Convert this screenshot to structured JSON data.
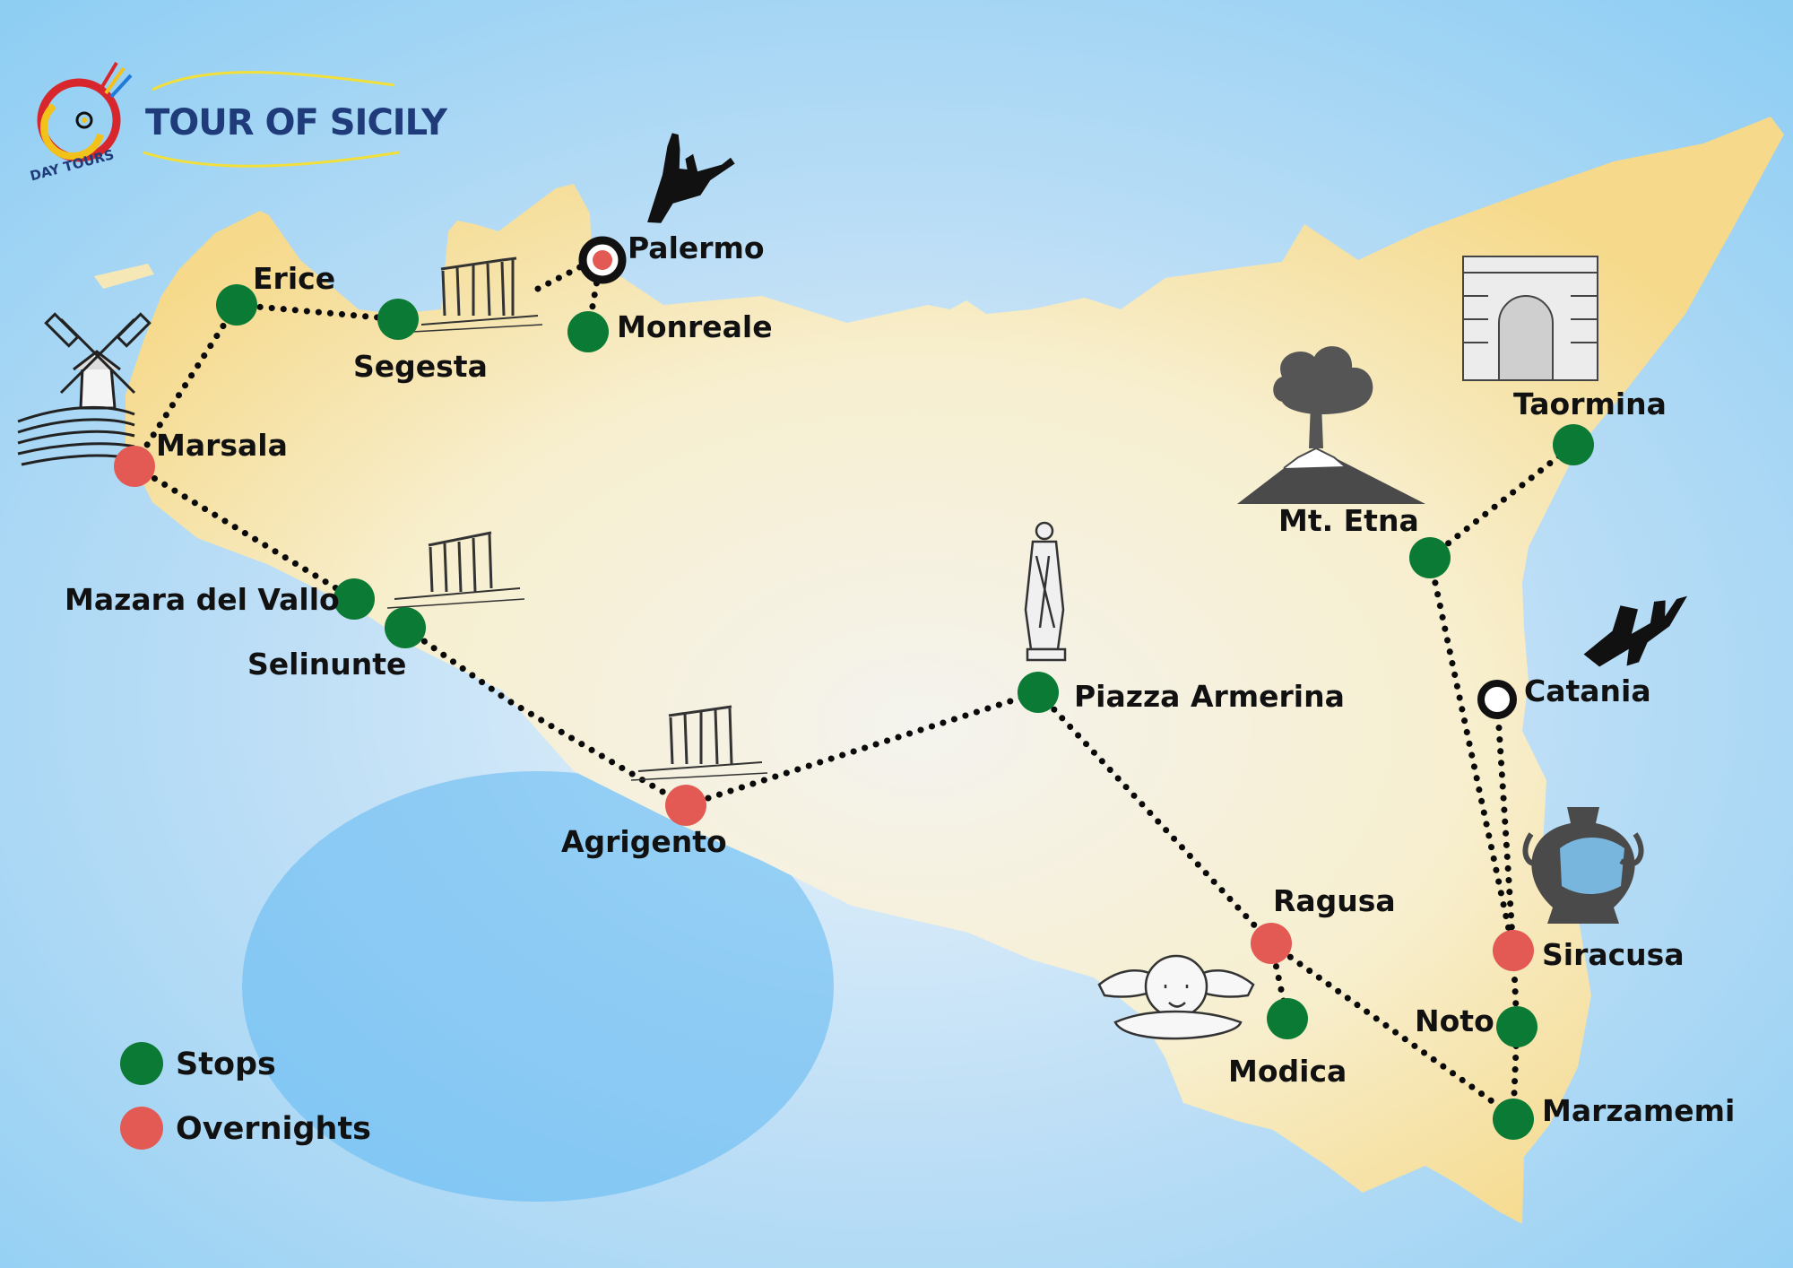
{
  "brand": {
    "title": "TOUR OF SICILY",
    "logo_text": "DAY TOURS",
    "colors": {
      "title": "#1f3b7a",
      "logo_ring": "#d8262d",
      "logo_moon": "#f2c21b"
    }
  },
  "legend": {
    "stops_label": "Stops",
    "overnights_label": "Overnights",
    "stops_color": "#0b7a34",
    "overnights_color": "#e35a55"
  },
  "airports": {
    "palermo": "Palermo",
    "catania": "Catania"
  },
  "stops": {
    "erice": "Erice",
    "segesta": "Segesta",
    "monreale": "Monreale",
    "mazara": "Mazara del Vallo",
    "selinunte": "Selinunte",
    "piazza": "Piazza Armerina",
    "etna": "Mt. Etna",
    "taormina": "Taormina",
    "modica": "Modica",
    "noto": "Noto",
    "marzamemi": "Marzamemi"
  },
  "overnights": {
    "marsala": "Marsala",
    "agrigento": "Agrigento",
    "ragusa": "Ragusa",
    "siracusa": "Siracusa"
  },
  "icons": [
    "plane-icon",
    "windmill-icon",
    "temple-ruins-icon",
    "volcano-icon",
    "statue-icon",
    "amphora-icon",
    "cherub-icon",
    "archway-icon"
  ]
}
